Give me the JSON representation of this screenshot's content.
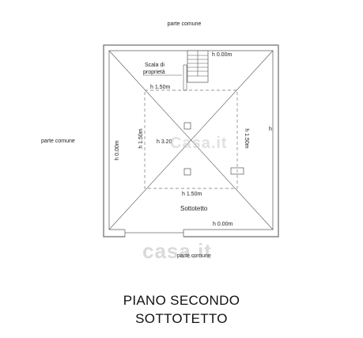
{
  "labels": {
    "top_area": "parte comune",
    "bottom_area": "parte comune",
    "left_area": "parte comune",
    "right_area": "h",
    "stair_label_line1": "Scala di",
    "stair_label_line2": "proprietà",
    "height_top_right": "h 0.00m",
    "height_bottom_right": "h 0.00m",
    "height_left": "h 0.00m",
    "height_right": "h 1.50m",
    "inner_top": "h 1.50m",
    "inner_bottom": "h 1.50m",
    "inner_left": "h 1.50m",
    "center_height": "h 3.20",
    "room_name": "Sottotetto"
  },
  "watermark": {
    "brand": "casa.it",
    "center": "Casa.it"
  },
  "caption": {
    "line1": "PIANO SECONDO",
    "line2": "SOTTOTETTO"
  },
  "colors": {
    "wall": "#6a6a6a",
    "line": "#555555",
    "dashed": "#888888"
  }
}
